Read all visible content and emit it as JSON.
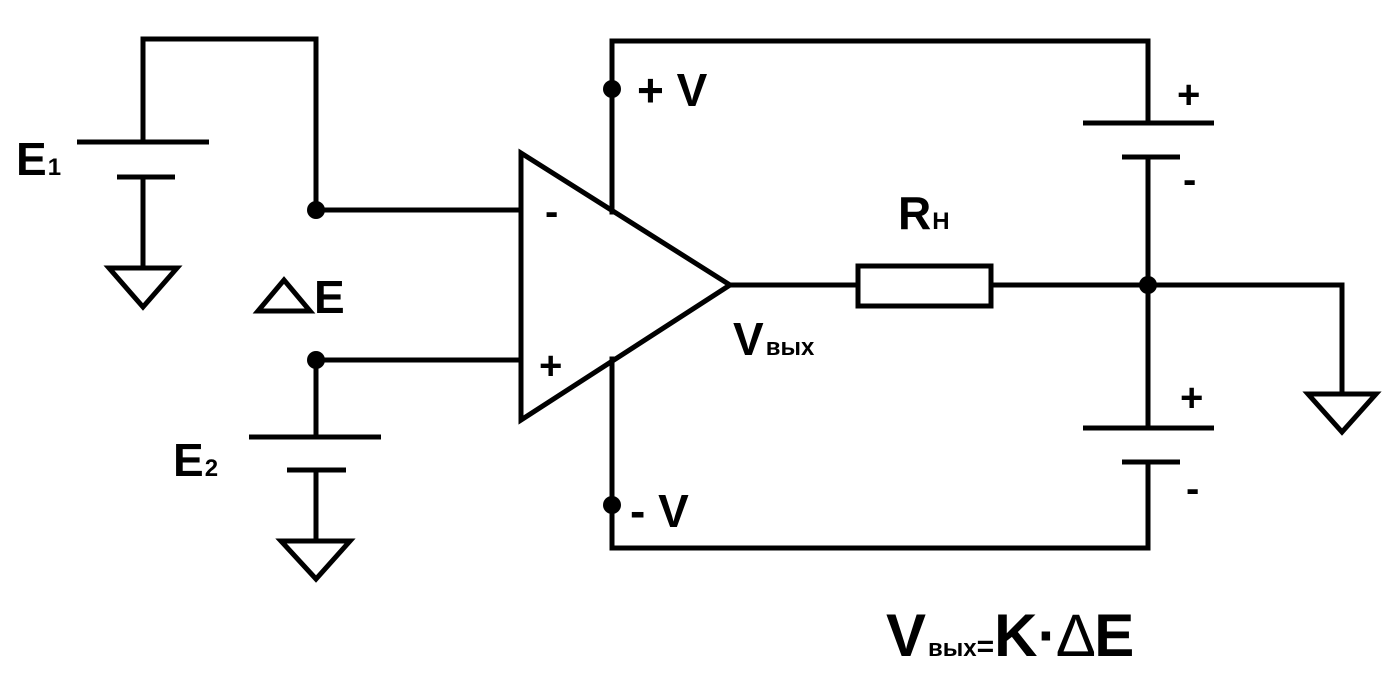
{
  "labels": {
    "e1_main": "E",
    "e1_sub": "1",
    "e2_main": "E",
    "e2_sub": "2",
    "delta_e": "E",
    "opamp_minus": "-",
    "opamp_plus": "+",
    "supply_pos": "+ V",
    "supply_neg": "- V",
    "rload_main": "R",
    "rload_sub": "Н",
    "vout_main": "V",
    "vout_sub": "вых",
    "bat_top_plus": "+",
    "bat_top_minus": "-",
    "bat_bottom_plus": "+",
    "bat_bottom_minus": "-"
  },
  "formula": {
    "v": "V",
    "sub": "вых",
    "eq": "=",
    "k": "K",
    "dot": "·",
    "delta": "∆",
    "e": "E"
  }
}
